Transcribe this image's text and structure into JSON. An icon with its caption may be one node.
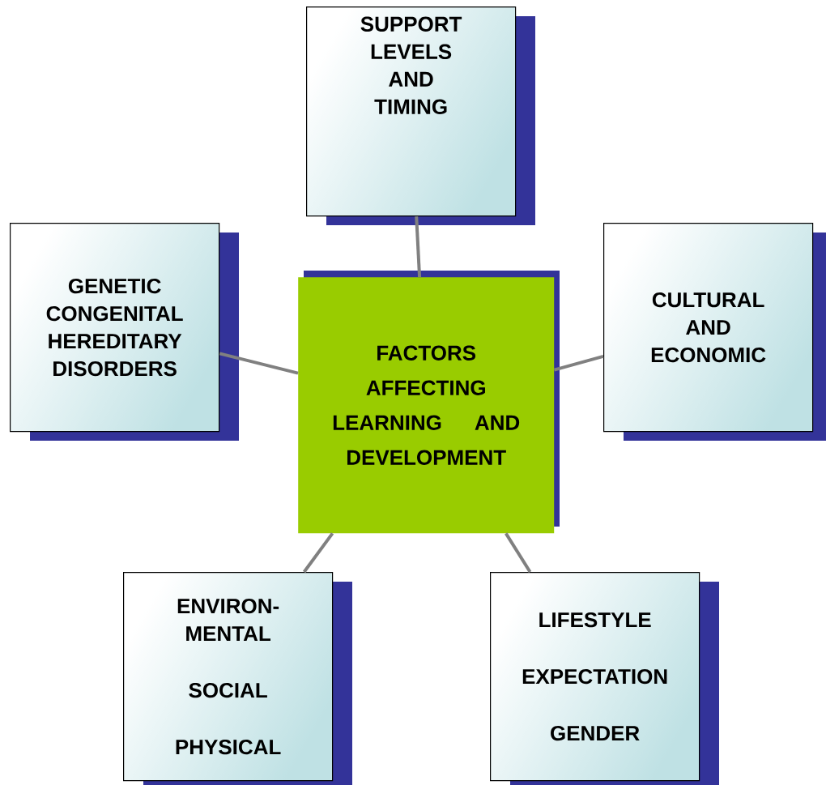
{
  "diagram": {
    "nodes": [
      {
        "text": [
          "FACTORS AFFECTING LEARNING AND DEVELOPMENT"
        ]
      },
      {
        "text": [
          "SUPPORT LEVELS AND TIMING"
        ]
      },
      {
        "text": [
          "GENETIC CONGENITAL HEREDITARY DISORDERS"
        ]
      },
      {
        "text": [
          "CULTURAL AND ECONOMIC"
        ]
      },
      {
        "text": [
          "ENVIRON- MENTAL",
          "SOCIAL",
          "PHYSICAL"
        ]
      },
      {
        "text": [
          "LIFESTYLE",
          "EXPECTATION",
          "GENDER"
        ]
      }
    ],
    "edges": [
      {
        "from": 0,
        "to": 1,
        "arrow": "none"
      },
      {
        "from": 0,
        "to": 2,
        "arrow": "none"
      },
      {
        "from": 0,
        "to": 3,
        "arrow": "none"
      },
      {
        "from": 0,
        "to": 4,
        "arrow": "none"
      },
      {
        "from": 0,
        "to": 5,
        "arrow": "none"
      }
    ]
  }
}
